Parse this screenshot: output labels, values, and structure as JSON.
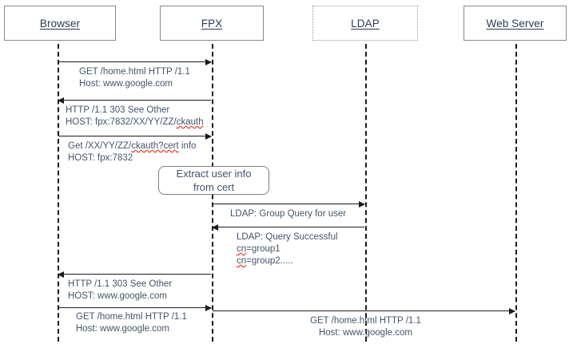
{
  "diagram": {
    "title": "FPX authentication sequence diagram",
    "colors": {
      "text": "#45546a",
      "actor_title": "#2b3a55",
      "arrow": "#1a1a1a",
      "box_border": "#8a8a8a",
      "spellcheck": "#e03a2f",
      "background": "#ffffff"
    }
  },
  "actors": [
    {
      "id": "browser",
      "label": "Browser",
      "border": "solid"
    },
    {
      "id": "fpx",
      "label": "FPX",
      "border": "solid"
    },
    {
      "id": "ldap",
      "label": "LDAP",
      "border": "dotted"
    },
    {
      "id": "web_server",
      "label": "Web Server",
      "border": "solid"
    }
  ],
  "messages": [
    {
      "id": "m1",
      "from": "browser",
      "to": "fpx",
      "direction": "right",
      "lines": [
        "GET /home.html HTTP /1.1",
        "Host: www.google.com"
      ]
    },
    {
      "id": "m2",
      "from": "fpx",
      "to": "browser",
      "direction": "left",
      "lines": [
        "HTTP /1.1 303 See Other",
        "HOST: fpx:7832/XX/YY/ZZ/ckauth"
      ],
      "misspelled": "ckauth"
    },
    {
      "id": "m3",
      "from": "browser",
      "to": "fpx",
      "direction": "right",
      "lines": [
        "Get /XX/YY/ZZ/ckauth?cert info",
        "HOST: fpx:7832"
      ],
      "misspelled": "ckauth?cert"
    },
    {
      "id": "m4",
      "from": "fpx",
      "to": "ldap",
      "direction": "right",
      "lines": [
        "LDAP: Group Query for user"
      ]
    },
    {
      "id": "m5",
      "from": "ldap",
      "to": "fpx",
      "direction": "left",
      "lines": [
        "LDAP: Query Successful",
        "cn=group1",
        "cn=group2....."
      ],
      "misspelled": "cn"
    },
    {
      "id": "m6",
      "from": "fpx",
      "to": "browser",
      "direction": "left",
      "lines": [
        "HTTP /1.1 303 See Other",
        "HOST: www.google.com"
      ]
    },
    {
      "id": "m7",
      "from": "browser",
      "to": "fpx",
      "direction": "right",
      "lines": [
        "GET /home.html HTTP /1.1",
        "Host: www.google.com"
      ]
    },
    {
      "id": "m8",
      "from": "fpx",
      "to": "web_server",
      "direction": "right",
      "lines": [
        "GET /home.html HTTP /1.1",
        "Host: www.google.com"
      ]
    }
  ],
  "notes": [
    {
      "id": "extract_note",
      "owner": "fpx",
      "lines": [
        "Extract user info",
        "from cert"
      ]
    }
  ]
}
